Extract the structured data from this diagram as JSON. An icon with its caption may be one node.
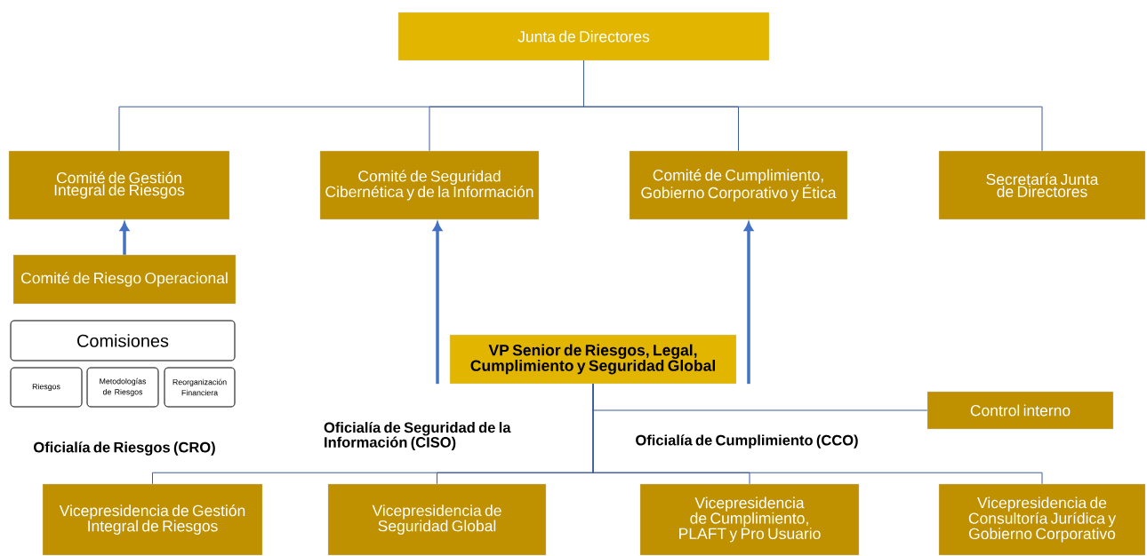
{
  "diagram": {
    "nodes": [
      {
        "text": [
          "Junta de Directores"
        ]
      },
      {
        "text": [
          "Comité de Gestión Integral de Riesgos"
        ]
      },
      {
        "text": [
          "Comité de Seguridad Cibernética y de la Información"
        ]
      },
      {
        "text": [
          "Comité de Cumplimiento, Gobierno Corporativo y Ética"
        ]
      },
      {
        "text": [
          "Secretaría Junta de Directores"
        ]
      },
      {
        "text": [
          "Comité de Riesgo Operacional"
        ]
      },
      {
        "text": [
          "Comisiones"
        ]
      },
      {
        "text": [
          "Riesgos"
        ]
      },
      {
        "text": [
          "Metodologías de Riesgos"
        ]
      },
      {
        "text": [
          "Reorganización Financiera"
        ]
      },
      {
        "text": [
          "VP Senior de Riesgos, Legal, Cumplimiento y Seguridad Global"
        ]
      },
      {
        "text": [
          "Control interno"
        ]
      },
      {
        "text": [
          "Vicepresidencia de Gestión Integral de Riesgos"
        ]
      },
      {
        "text": [
          "Vicepresidencia de Seguridad Global"
        ]
      },
      {
        "text": [
          "Vicepresidencia de Cumplimiento, PLAFT y Pro Usuario"
        ]
      },
      {
        "text": [
          "Vicepresidencia de Consultoría Jurídica y Gobierno Corporativo"
        ]
      }
    ],
    "edges": [
      {
        "from": 0,
        "to": 1,
        "arrow": "none"
      },
      {
        "from": 0,
        "to": 2,
        "arrow": "none"
      },
      {
        "from": 0,
        "to": 3,
        "arrow": "none"
      },
      {
        "from": 0,
        "to": 4,
        "arrow": "none"
      },
      {
        "from": 5,
        "to": 1,
        "arrow": "to",
        "style": "thick",
        "color": "#4472c4"
      },
      {
        "from": 10,
        "to": 2,
        "arrow": "to",
        "style": "thick",
        "color": "#4472c4"
      },
      {
        "from": 10,
        "to": 3,
        "arrow": "to",
        "style": "thick",
        "color": "#4472c4"
      },
      {
        "from": 10,
        "to": 11,
        "arrow": "none"
      },
      {
        "from": 10,
        "to": 12,
        "arrow": "none"
      },
      {
        "from": 10,
        "to": 13,
        "arrow": "none"
      },
      {
        "from": 10,
        "to": 14,
        "arrow": "none"
      },
      {
        "from": 10,
        "to": 15,
        "arrow": "none"
      }
    ],
    "labels": [
      "Oficialía de Riesgos (CRO)",
      "Oficialía de Seguridad de la Información (CISO)",
      "Oficialía de Cumplimiento (CCO)"
    ]
  }
}
